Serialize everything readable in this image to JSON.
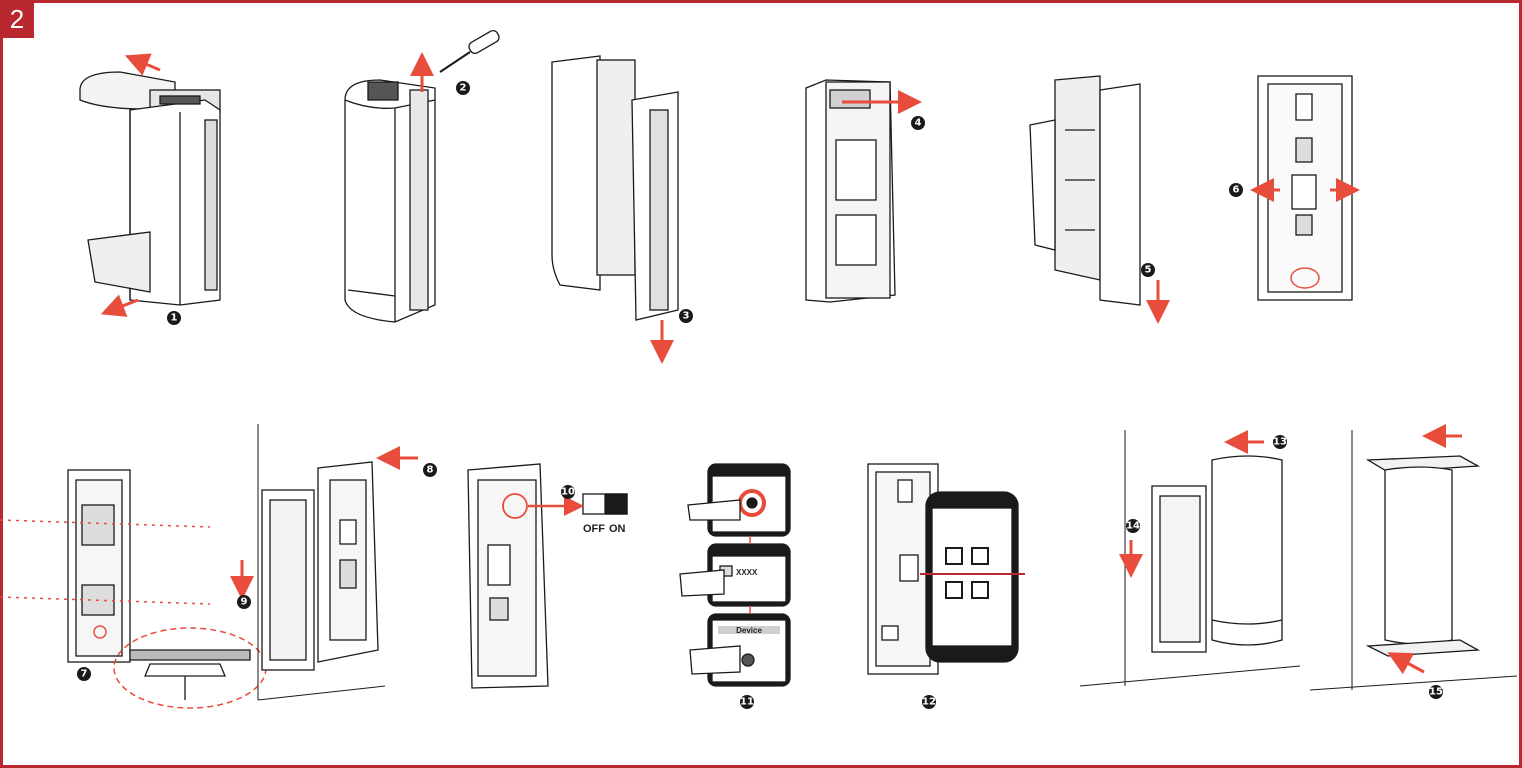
{
  "page_number": "2",
  "steps": [
    "1",
    "2",
    "3",
    "4",
    "5",
    "6",
    "7",
    "8",
    "9",
    "10",
    "11",
    "12",
    "13",
    "14",
    "15"
  ],
  "switch": {
    "off_label": "OFF",
    "on_label": "ON"
  },
  "phone": {
    "wifi_label": "XXXX",
    "device_label": "Device"
  },
  "colors": {
    "accent": "#b8282e",
    "arrow": "#e84d3c",
    "line": "#1a1a1a"
  }
}
